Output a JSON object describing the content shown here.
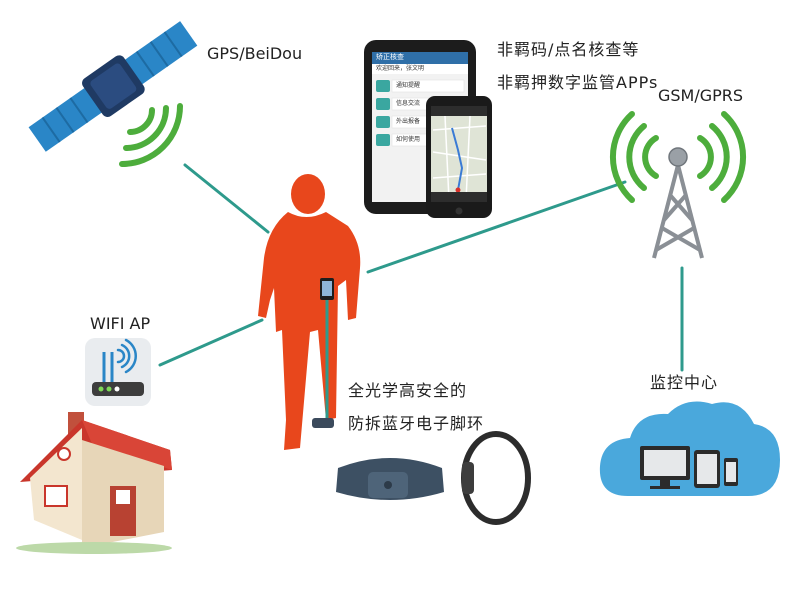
{
  "labels": {
    "gps": "GPS/BeiDou",
    "gsm": "GSM/GPRS",
    "wifi": "WIFI AP",
    "center": "监控中心",
    "apps_line1": "非羁码/点名核查等",
    "apps_line2": "非羁押数字监管APPs",
    "anklet_line1": "全光学高安全的",
    "anklet_line2": "防拆蓝牙电子脚环"
  },
  "phone_back": {
    "title": "矫正核查",
    "greeting": "欢迎回来，张文明",
    "menu": [
      "通知提醒",
      "信息交流",
      "外出报备",
      "如何使用"
    ]
  },
  "colors": {
    "connector": "#2e9a8c",
    "person": "#e8471c",
    "signal_green": "#4dad3c",
    "satellite_blue": "#2a86c7",
    "cloud": "#4aa8dc"
  }
}
